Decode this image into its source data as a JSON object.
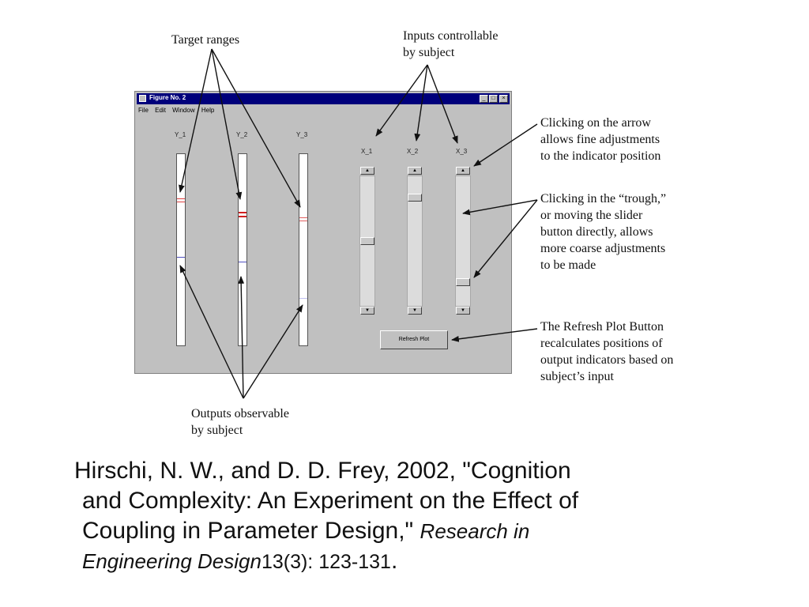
{
  "annotations": {
    "target_ranges": "Target ranges",
    "inputs_line1": "Inputs controllable",
    "inputs_line2": "by subject",
    "arrow_line1": "Clicking on the arrow",
    "arrow_line2": "allows fine adjustments",
    "arrow_line3": "to the indicator position",
    "trough_line1": "Clicking in the “trough,”",
    "trough_line2": "or moving the slider",
    "trough_line3": "button directly, allows",
    "trough_line4": "more coarse adjustments",
    "trough_line5": "to be made",
    "refresh_line1": "The Refresh Plot Button",
    "refresh_line2": "recalculates positions of",
    "refresh_line3": "output indicators based on",
    "refresh_line4": "subject’s input",
    "outputs_line1": "Outputs observable",
    "outputs_line2": "by subject"
  },
  "window": {
    "title": "Figure No. 2",
    "menu": [
      "File",
      "Edit",
      "Window",
      "Help"
    ],
    "controls": [
      "_",
      "□",
      "×"
    ],
    "outputs": [
      {
        "label": "Y_1"
      },
      {
        "label": "Y_2"
      },
      {
        "label": "Y_3"
      }
    ],
    "inputs": [
      {
        "label": "X_1",
        "up_arrow": "▲",
        "down_arrow": "▼",
        "level": 0.5
      },
      {
        "label": "X_2",
        "up_arrow": "▲",
        "down_arrow": "▼",
        "level": 0.14
      },
      {
        "label": "X_3",
        "up_arrow": "▲",
        "down_arrow": "▼",
        "level": 0.84
      }
    ],
    "refresh_button": "Refresh Plot"
  },
  "citation": {
    "line1": "Hirschi, N. W., and D. D. Frey, 2002, \"Cognition",
    "line2": "and Complexity: An Experiment on the Effect of",
    "line3": "Coupling in Parameter Design,\"",
    "journal_part1": "Research in",
    "journal_part2": "Engineering Design",
    "volume": "13(3): 123-131",
    "period": "."
  }
}
